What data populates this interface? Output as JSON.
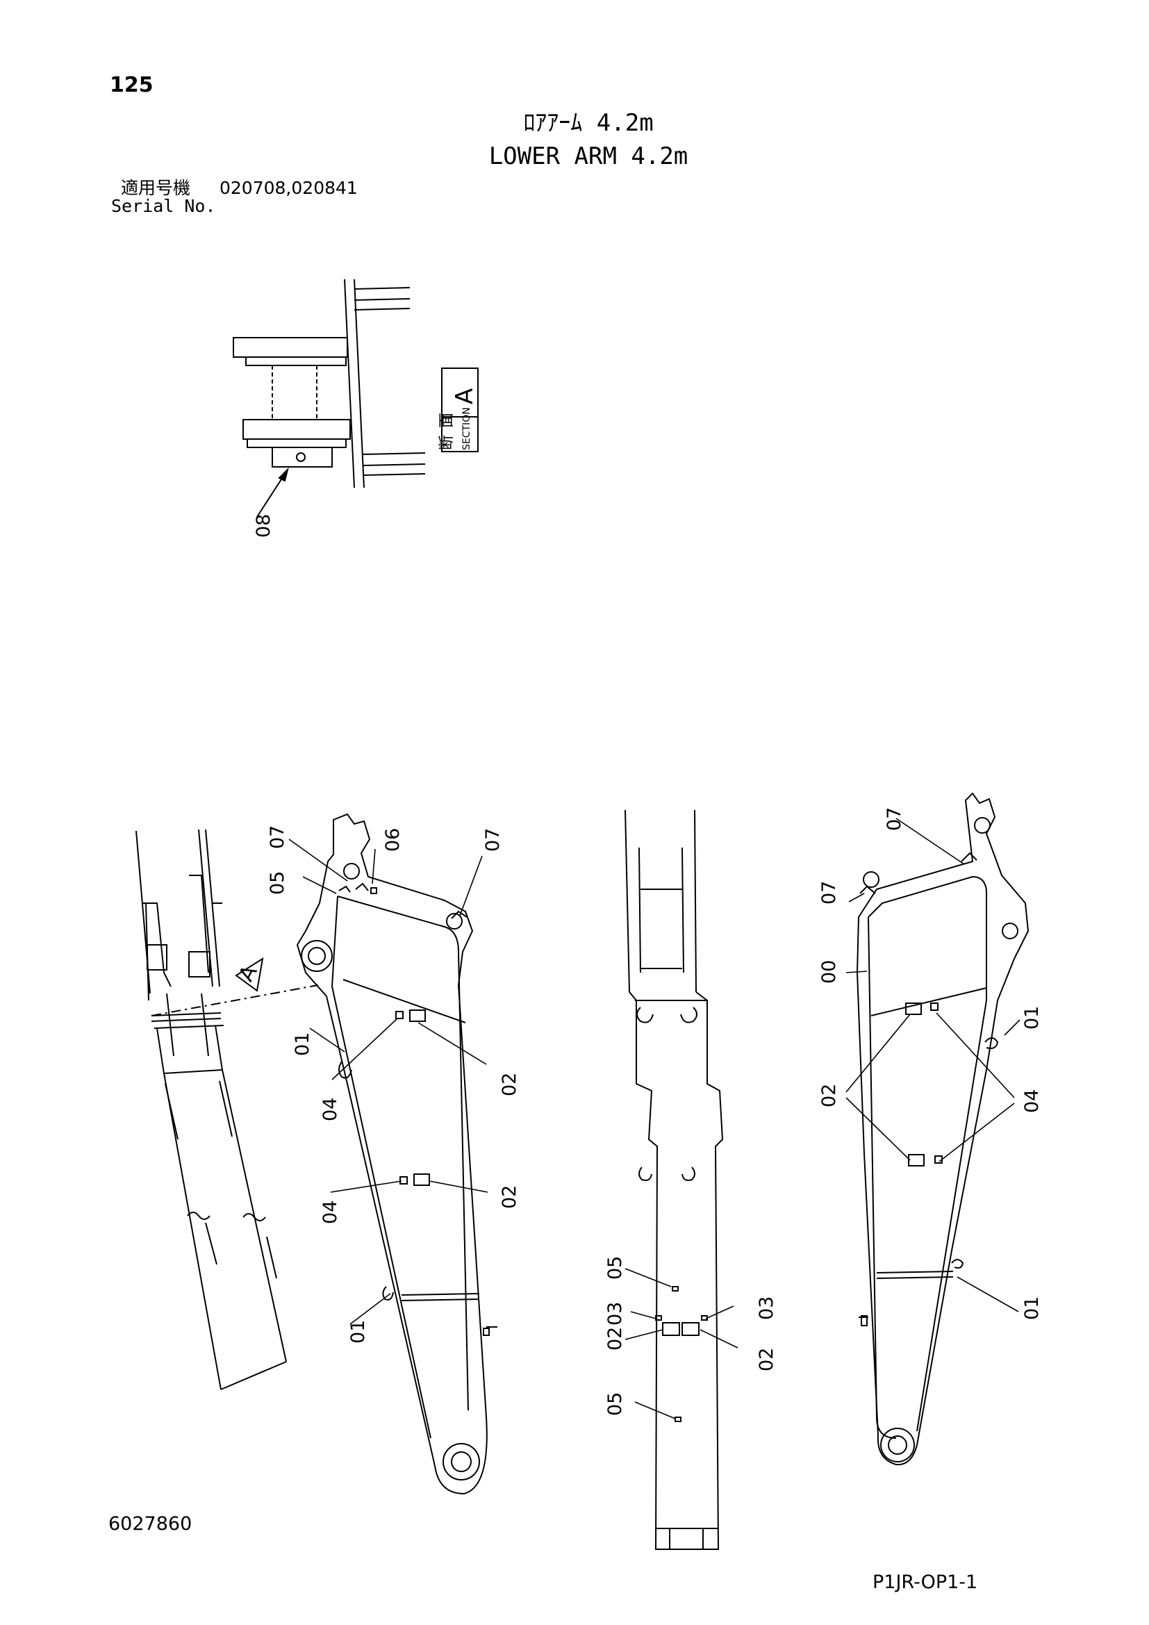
{
  "header": {
    "page_number": "125",
    "title_jp": "ﾛｱｱｰﾑ 4.2m",
    "title_en": "LOWER ARM 4.2m"
  },
  "serial": {
    "label_jp": "適用号機",
    "numbers": "020708,020841",
    "label_en": "Serial No."
  },
  "section": {
    "letter": "A",
    "kanji_1": "断",
    "kanji_2": "面",
    "word": "SECTION",
    "arrow_letter": "A"
  },
  "callouts": {
    "section_view": [
      "08"
    ],
    "left_view": [
      "07",
      "06",
      "07",
      "05",
      "01",
      "04",
      "02",
      "04",
      "02",
      "01"
    ],
    "center_view": [
      "05",
      "03",
      "03",
      "02",
      "02",
      "05"
    ],
    "right_view": [
      "07",
      "07",
      "00",
      "01",
      "02",
      "04",
      "01"
    ]
  },
  "footer": {
    "drawing_number": "6027860",
    "page_code": "P1JR-OP1-1"
  }
}
